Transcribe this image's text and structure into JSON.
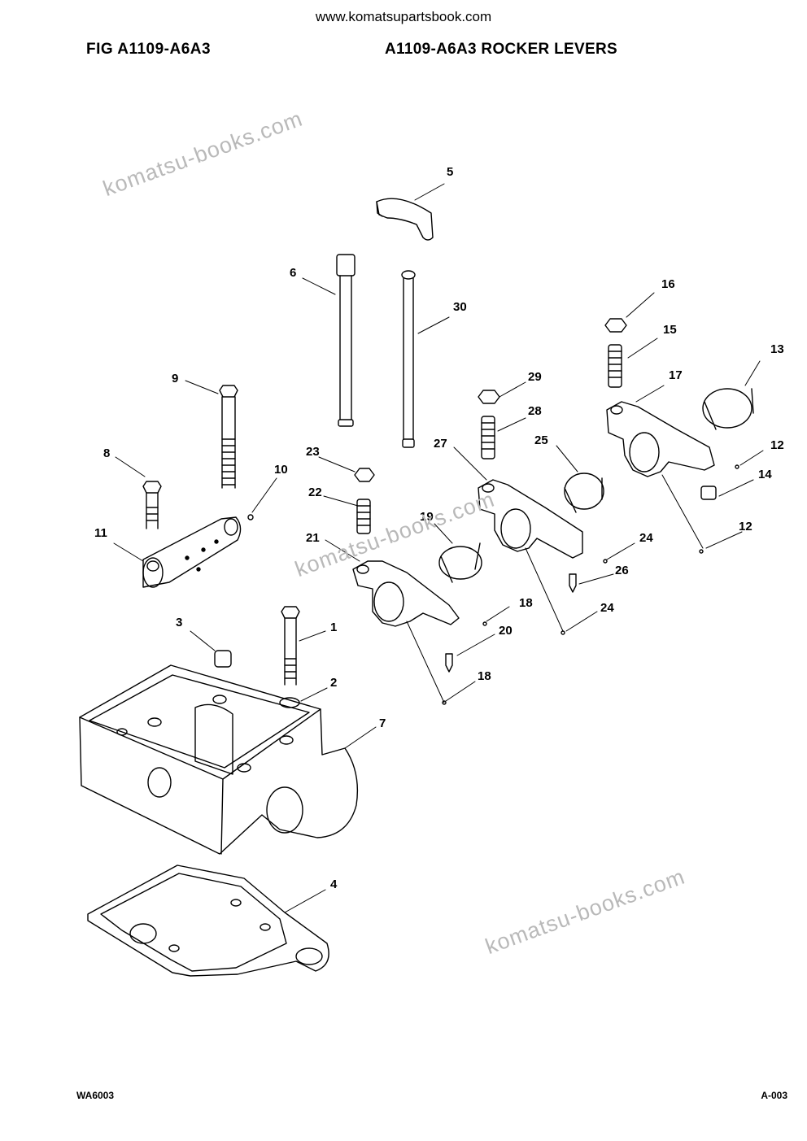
{
  "header": {
    "site": "www.komatsupartsbook.com",
    "fig_label": "FIG    A1109-A6A3",
    "title": "A1109-A6A3 ROCKER LEVERS"
  },
  "watermark": "komatsu-books.com",
  "footer": {
    "left": "WA6003",
    "right": "A-003"
  },
  "callouts": [
    "1",
    "2",
    "3",
    "4",
    "5",
    "6",
    "7",
    "8",
    "9",
    "10",
    "11",
    "12",
    "12",
    "13",
    "14",
    "15",
    "16",
    "17",
    "18",
    "18",
    "19",
    "20",
    "21",
    "22",
    "23",
    "24",
    "24",
    "25",
    "26",
    "27",
    "28",
    "29",
    "30"
  ]
}
